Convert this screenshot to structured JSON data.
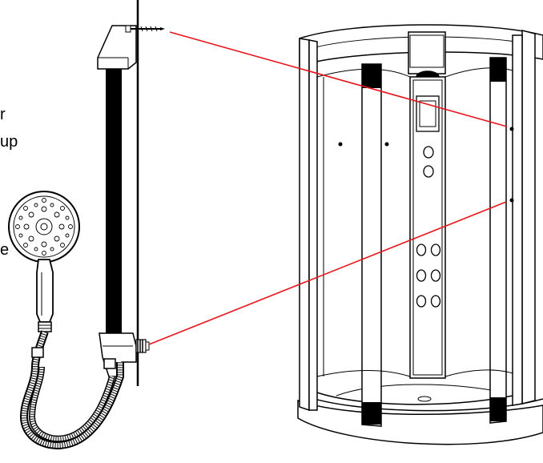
{
  "labels": {
    "fragment_1": "r",
    "fragment_2": "up",
    "fragment_3": "e"
  },
  "colors": {
    "line": "#000000",
    "leader": "#e8141c",
    "fill": "#ffffff",
    "bar": "#000000"
  }
}
